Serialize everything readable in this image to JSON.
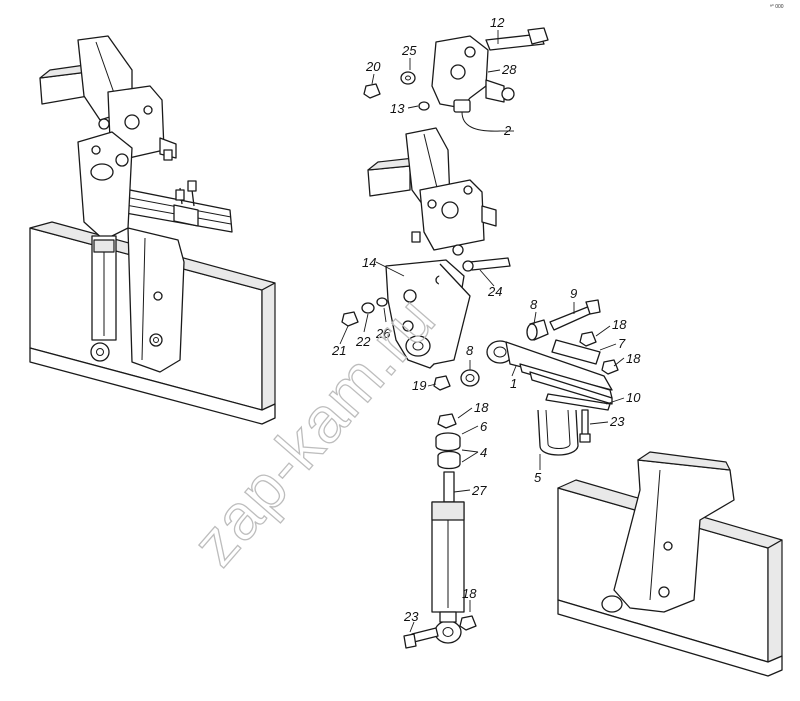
{
  "watermark": "zap-kam.ru",
  "corner_mark": "ª° 000",
  "callouts": [
    {
      "id": "c12a",
      "label": "12"
    },
    {
      "id": "c25",
      "label": "25"
    },
    {
      "id": "c20",
      "label": "20"
    },
    {
      "id": "c28",
      "label": "28"
    },
    {
      "id": "c13",
      "label": "13"
    },
    {
      "id": "c2",
      "label": "2"
    },
    {
      "id": "c14",
      "label": "14"
    },
    {
      "id": "c24",
      "label": "24"
    },
    {
      "id": "c9",
      "label": "9"
    },
    {
      "id": "c8a",
      "label": "8"
    },
    {
      "id": "c18a",
      "label": "18"
    },
    {
      "id": "c7",
      "label": "7"
    },
    {
      "id": "c18b",
      "label": "18"
    },
    {
      "id": "c21",
      "label": "21"
    },
    {
      "id": "c22",
      "label": "22"
    },
    {
      "id": "c26",
      "label": "26"
    },
    {
      "id": "c8b",
      "label": "8"
    },
    {
      "id": "c19",
      "label": "19"
    },
    {
      "id": "c1",
      "label": "1"
    },
    {
      "id": "c10",
      "label": "10"
    },
    {
      "id": "c18c",
      "label": "18"
    },
    {
      "id": "c6",
      "label": "6"
    },
    {
      "id": "c23a",
      "label": "23"
    },
    {
      "id": "c4",
      "label": "4"
    },
    {
      "id": "c5",
      "label": "5"
    },
    {
      "id": "c27",
      "label": "27"
    },
    {
      "id": "c18d",
      "label": "18"
    },
    {
      "id": "c23b",
      "label": "23"
    }
  ]
}
